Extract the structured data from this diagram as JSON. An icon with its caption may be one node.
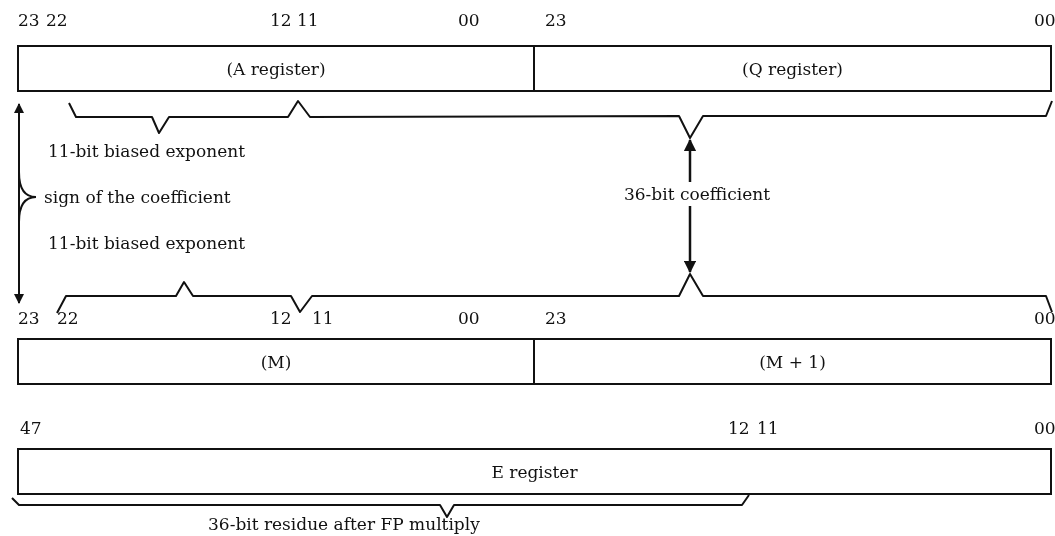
{
  "diagram": {
    "nodes": [
      {
        "text": [
          "(A register)"
        ]
      },
      {
        "text": [
          "(Q register)"
        ]
      },
      {
        "text": [
          "(M)"
        ]
      },
      {
        "text": [
          "(M + 1)"
        ]
      },
      {
        "text": [
          "E register"
        ]
      },
      {
        "text": [
          "36-bit coefficient"
        ]
      },
      {
        "text": [],
        "shape": "bracket"
      },
      {
        "text": [],
        "shape": "bracket"
      }
    ],
    "edges": [
      {
        "from": 5,
        "to": 6,
        "arrow": "to"
      },
      {
        "from": 5,
        "to": 7,
        "arrow": "to"
      }
    ],
    "labels": [
      "23",
      "22",
      "12",
      "11",
      "00",
      "23",
      "00",
      "11-bit biased exponent",
      "sign of the coefficient",
      "11-bit biased exponent",
      "23",
      "22",
      "12",
      "11",
      "00",
      "23",
      "00",
      "47",
      "12",
      "11",
      "00",
      "36-bit residue after FP multiply"
    ]
  }
}
